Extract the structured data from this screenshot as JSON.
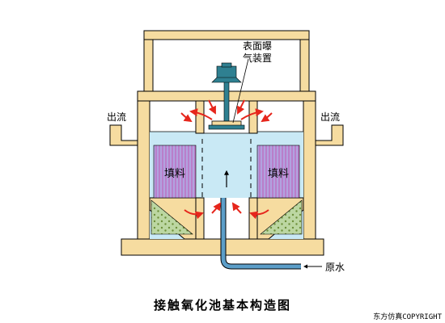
{
  "labels": {
    "aerator": [
      "表面曝",
      "气装置"
    ],
    "outflow_left": "出流",
    "outflow_right": "出流",
    "fill_left": "填料",
    "fill_right": "填料",
    "raw_water": "原水"
  },
  "caption": "接触氧化池基本构造图",
  "copyright": "东方仿真COPYRIGHT",
  "colors": {
    "frame": "#f6dca0",
    "outline": "#000000",
    "water": "#c9e9f5",
    "fill_media": "#b2a2df",
    "fill_lines": "#c05ab4",
    "gravel": "#bcd7a2",
    "gravel_dots": "#6d8f3a",
    "arrow": "#e6261c",
    "pipe": "#5c9ec8",
    "motor": "#2f8091"
  }
}
